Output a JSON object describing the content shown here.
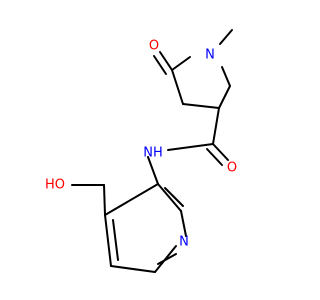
{
  "molecule": {
    "atoms": [
      {
        "id": "o_carbonyl_ring",
        "label": "O",
        "color": "#ff0000"
      },
      {
        "id": "n_ring",
        "label": "N",
        "color": "#0000ff"
      },
      {
        "id": "n_amide",
        "label": "NH",
        "color": "#0000ff"
      },
      {
        "id": "o_amide",
        "label": "O",
        "color": "#ff0000"
      },
      {
        "id": "o_hydroxyl",
        "label": "HO",
        "color": "#ff0000"
      },
      {
        "id": "n_pyridine",
        "label": "N",
        "color": "#0000ff"
      }
    ]
  },
  "colors": {
    "bond": "#000000",
    "oxygen": "#ff0000",
    "nitrogen": "#0000ff",
    "background": "#ffffff"
  }
}
